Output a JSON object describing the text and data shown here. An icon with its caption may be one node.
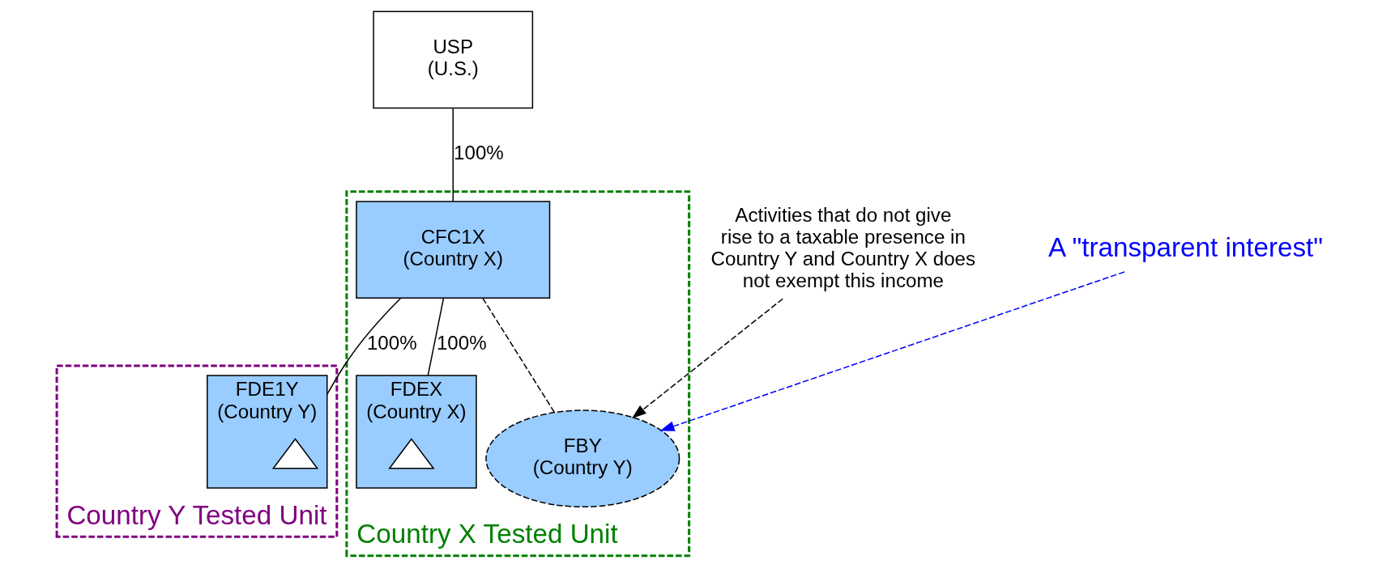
{
  "diagram": {
    "nodes": [
      {
        "text": [
          "USP",
          "(U.S.)"
        ]
      },
      {
        "text": [
          "Country X Tested Unit"
        ]
      },
      {
        "text": [
          "CFC1X",
          "(Country X)"
        ],
        "in": 1
      },
      {
        "text": [
          "FDEX",
          "(Country X)"
        ],
        "in": 1
      },
      {
        "text": [],
        "shape": "triangle",
        "in": 3
      },
      {
        "text": [
          "Country Y Tested Unit"
        ]
      },
      {
        "text": [
          "FDE1Y",
          "(Country Y)"
        ],
        "in": 5
      },
      {
        "text": [],
        "shape": "triangle",
        "in": 6
      },
      {
        "text": [
          "FBY",
          "(Country Y)"
        ],
        "in": 1
      },
      {
        "text": [
          "Activities that do not give rise to a taxable presence in Country Y and Country X does not exempt this income"
        ]
      },
      {
        "text": [
          "A \"transparent interest\""
        ]
      }
    ],
    "edges": [
      {
        "from": 0,
        "to": 2,
        "arrow": "none",
        "label": "100%"
      },
      {
        "from": 2,
        "to": 3,
        "arrow": "none",
        "label": "100%"
      },
      {
        "from": 2,
        "to": 6,
        "arrow": "none",
        "label": "100%"
      },
      {
        "from": 2,
        "to": 8,
        "arrow": "none",
        "style": "dashed"
      },
      {
        "from": 9,
        "to": 8,
        "arrow": "to",
        "style": "dashed"
      },
      {
        "from": 10,
        "to": 8,
        "arrow": "to",
        "style": "dashed",
        "color": "#0000ff"
      }
    ]
  }
}
